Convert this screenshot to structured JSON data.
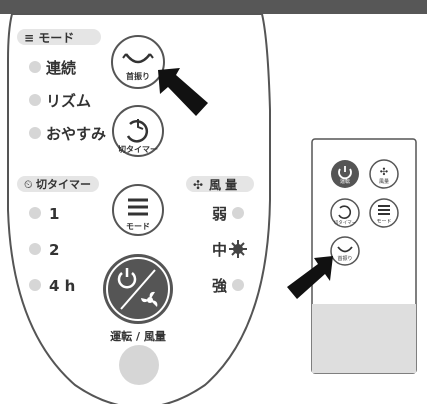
{
  "remote": {
    "mode_header": "≡ モード",
    "modes": [
      "連続",
      "リズム",
      "おやすみ"
    ],
    "swing_label": "首振り",
    "off_timer_label": "切タイマー",
    "mode_button_label": "モード",
    "timer_header": "切タイマー",
    "timer_options": [
      "1",
      "2",
      "4 h"
    ],
    "airflow_header": "風 量",
    "airflow_levels": [
      "弱",
      "中",
      "強"
    ],
    "power_label": "運転 / 風量"
  },
  "small_remote": {
    "power_label": "運転",
    "airflow_label": "風量",
    "timer_label": "切タイマー",
    "mode_label": "モード",
    "swing_label": "首振り"
  },
  "colors": {
    "topbar": "#575757",
    "dark_button": "#555555",
    "indicator": "#d6d6d6",
    "pill": "#e5e5e5",
    "panel": "#dedede"
  }
}
